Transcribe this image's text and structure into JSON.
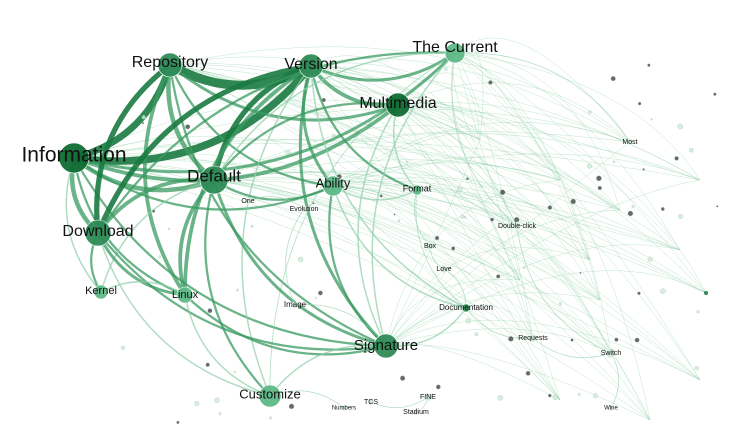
{
  "graph": {
    "colors": {
      "background": "#ffffff",
      "edge_strong": "#1a7a40",
      "edge_mid": "#3a9a60",
      "edge_light": "#8fcfa8",
      "node_dark": "#0f6b33",
      "node_mid": "#2e8b57",
      "node_light": "#5fb887",
      "node_faint": "#cfe8d8",
      "label": "#111111"
    },
    "nodes": [
      {
        "id": "information",
        "label": "Information",
        "weight": 10
      },
      {
        "id": "repository",
        "label": "Repository",
        "weight": 8
      },
      {
        "id": "version",
        "label": "Version",
        "weight": 8
      },
      {
        "id": "the-current",
        "label": "The Current",
        "weight": 6
      },
      {
        "id": "multimedia",
        "label": "Multimedia",
        "weight": 7
      },
      {
        "id": "default",
        "label": "Default",
        "weight": 8
      },
      {
        "id": "ability",
        "label": "Ability",
        "weight": 6
      },
      {
        "id": "format",
        "label": "Format",
        "weight": 4
      },
      {
        "id": "download",
        "label": "Download",
        "weight": 7
      },
      {
        "id": "kernel",
        "label": "Kernel",
        "weight": 4
      },
      {
        "id": "linux",
        "label": "Linux",
        "weight": 4
      },
      {
        "id": "signature",
        "label": "Signature",
        "weight": 7
      },
      {
        "id": "customize",
        "label": "Customize",
        "weight": 5
      },
      {
        "id": "documentation",
        "label": "Documentation",
        "weight": 3
      },
      {
        "id": "image",
        "label": "Image",
        "weight": 2
      },
      {
        "id": "double-click",
        "label": "Double-click",
        "weight": 2
      },
      {
        "id": "most",
        "label": "Most",
        "weight": 1
      },
      {
        "id": "requests",
        "label": "Requests",
        "weight": 2
      },
      {
        "id": "switch",
        "label": "Switch",
        "weight": 2
      },
      {
        "id": "one",
        "label": "One",
        "weight": 2
      },
      {
        "id": "evolution",
        "label": "Evolution",
        "weight": 2
      },
      {
        "id": "box",
        "label": "Box",
        "weight": 2
      },
      {
        "id": "love",
        "label": "Love",
        "weight": 2
      },
      {
        "id": "tcs",
        "label": "TCS",
        "weight": 1
      },
      {
        "id": "fine",
        "label": "FINE",
        "weight": 1
      },
      {
        "id": "stadium",
        "label": "Stadium",
        "weight": 1
      },
      {
        "id": "numbers",
        "label": "Numbers",
        "weight": 1
      },
      {
        "id": "wine",
        "label": "Wine",
        "weight": 1
      }
    ],
    "edges": [
      {
        "from": "information",
        "to": "version",
        "weight": 10
      },
      {
        "from": "information",
        "to": "repository",
        "weight": 9
      },
      {
        "from": "information",
        "to": "default",
        "weight": 6
      },
      {
        "from": "information",
        "to": "download",
        "weight": 6
      },
      {
        "from": "information",
        "to": "multimedia",
        "weight": 5
      },
      {
        "from": "information",
        "to": "the-current",
        "weight": 4
      },
      {
        "from": "information",
        "to": "signature",
        "weight": 3
      },
      {
        "from": "information",
        "to": "ability",
        "weight": 3
      },
      {
        "from": "information",
        "to": "linux",
        "weight": 3
      },
      {
        "from": "information",
        "to": "kernel",
        "weight": 2
      },
      {
        "from": "repository",
        "to": "version",
        "weight": 12
      },
      {
        "from": "repository",
        "to": "download",
        "weight": 7
      },
      {
        "from": "repository",
        "to": "default",
        "weight": 6
      },
      {
        "from": "repository",
        "to": "linux",
        "weight": 5
      },
      {
        "from": "repository",
        "to": "multimedia",
        "weight": 4
      },
      {
        "from": "repository",
        "to": "signature",
        "weight": 3
      },
      {
        "from": "repository",
        "to": "ability",
        "weight": 3
      },
      {
        "from": "version",
        "to": "download",
        "weight": 7
      },
      {
        "from": "version",
        "to": "default",
        "weight": 7
      },
      {
        "from": "version",
        "to": "multimedia",
        "weight": 5
      },
      {
        "from": "version",
        "to": "the-current",
        "weight": 4
      },
      {
        "from": "version",
        "to": "linux",
        "weight": 5
      },
      {
        "from": "version",
        "to": "signature",
        "weight": 4
      },
      {
        "from": "version",
        "to": "ability",
        "weight": 4
      },
      {
        "from": "version",
        "to": "format",
        "weight": 3
      },
      {
        "from": "version",
        "to": "customize",
        "weight": 2
      },
      {
        "from": "version",
        "to": "documentation",
        "weight": 2
      },
      {
        "from": "the-current",
        "to": "download",
        "weight": 3
      },
      {
        "from": "the-current",
        "to": "default",
        "weight": 2
      },
      {
        "from": "the-current",
        "to": "signature",
        "weight": 2
      },
      {
        "from": "the-current",
        "to": "double-click",
        "weight": 1
      },
      {
        "from": "the-current",
        "to": "customize",
        "weight": 1
      },
      {
        "from": "multimedia",
        "to": "default",
        "weight": 3
      },
      {
        "from": "multimedia",
        "to": "signature",
        "weight": 2
      },
      {
        "from": "multimedia",
        "to": "format",
        "weight": 2
      },
      {
        "from": "default",
        "to": "download",
        "weight": 5
      },
      {
        "from": "default",
        "to": "linux",
        "weight": 5
      },
      {
        "from": "default",
        "to": "signature",
        "weight": 4
      },
      {
        "from": "default",
        "to": "ability",
        "weight": 3
      },
      {
        "from": "default",
        "to": "customize",
        "weight": 3
      },
      {
        "from": "default",
        "to": "kernel",
        "weight": 2
      },
      {
        "from": "download",
        "to": "linux",
        "weight": 4
      },
      {
        "from": "download",
        "to": "kernel",
        "weight": 3
      },
      {
        "from": "download",
        "to": "signature",
        "weight": 3
      },
      {
        "from": "download",
        "to": "customize",
        "weight": 2
      },
      {
        "from": "linux",
        "to": "kernel",
        "weight": 2
      },
      {
        "from": "linux",
        "to": "signature",
        "weight": 3
      },
      {
        "from": "linux",
        "to": "customize",
        "weight": 2
      },
      {
        "from": "ability",
        "to": "signature",
        "weight": 3
      },
      {
        "from": "ability",
        "to": "format",
        "weight": 2
      },
      {
        "from": "ability",
        "to": "documentation",
        "weight": 2
      },
      {
        "from": "signature",
        "to": "documentation",
        "weight": 2
      },
      {
        "from": "signature",
        "to": "customize",
        "weight": 2
      },
      {
        "from": "signature",
        "to": "image",
        "weight": 1
      },
      {
        "from": "format",
        "to": "documentation",
        "weight": 1
      },
      {
        "from": "format",
        "to": "box",
        "weight": 1
      },
      {
        "from": "documentation",
        "to": "love",
        "weight": 1
      },
      {
        "from": "documentation",
        "to": "requests",
        "weight": 1
      },
      {
        "from": "double-click",
        "to": "switch",
        "weight": 1
      },
      {
        "from": "requests",
        "to": "switch",
        "weight": 1
      },
      {
        "from": "evolution",
        "to": "one",
        "weight": 1
      },
      {
        "from": "evolution",
        "to": "image",
        "weight": 1
      },
      {
        "from": "box",
        "to": "love",
        "weight": 1
      },
      {
        "from": "tcs",
        "to": "fine",
        "weight": 1
      },
      {
        "from": "stadium",
        "to": "fine",
        "weight": 1
      },
      {
        "from": "numbers",
        "to": "customize",
        "weight": 1
      },
      {
        "from": "most",
        "to": "the-current",
        "weight": 1
      },
      {
        "from": "wine",
        "to": "switch",
        "weight": 1
      }
    ]
  }
}
